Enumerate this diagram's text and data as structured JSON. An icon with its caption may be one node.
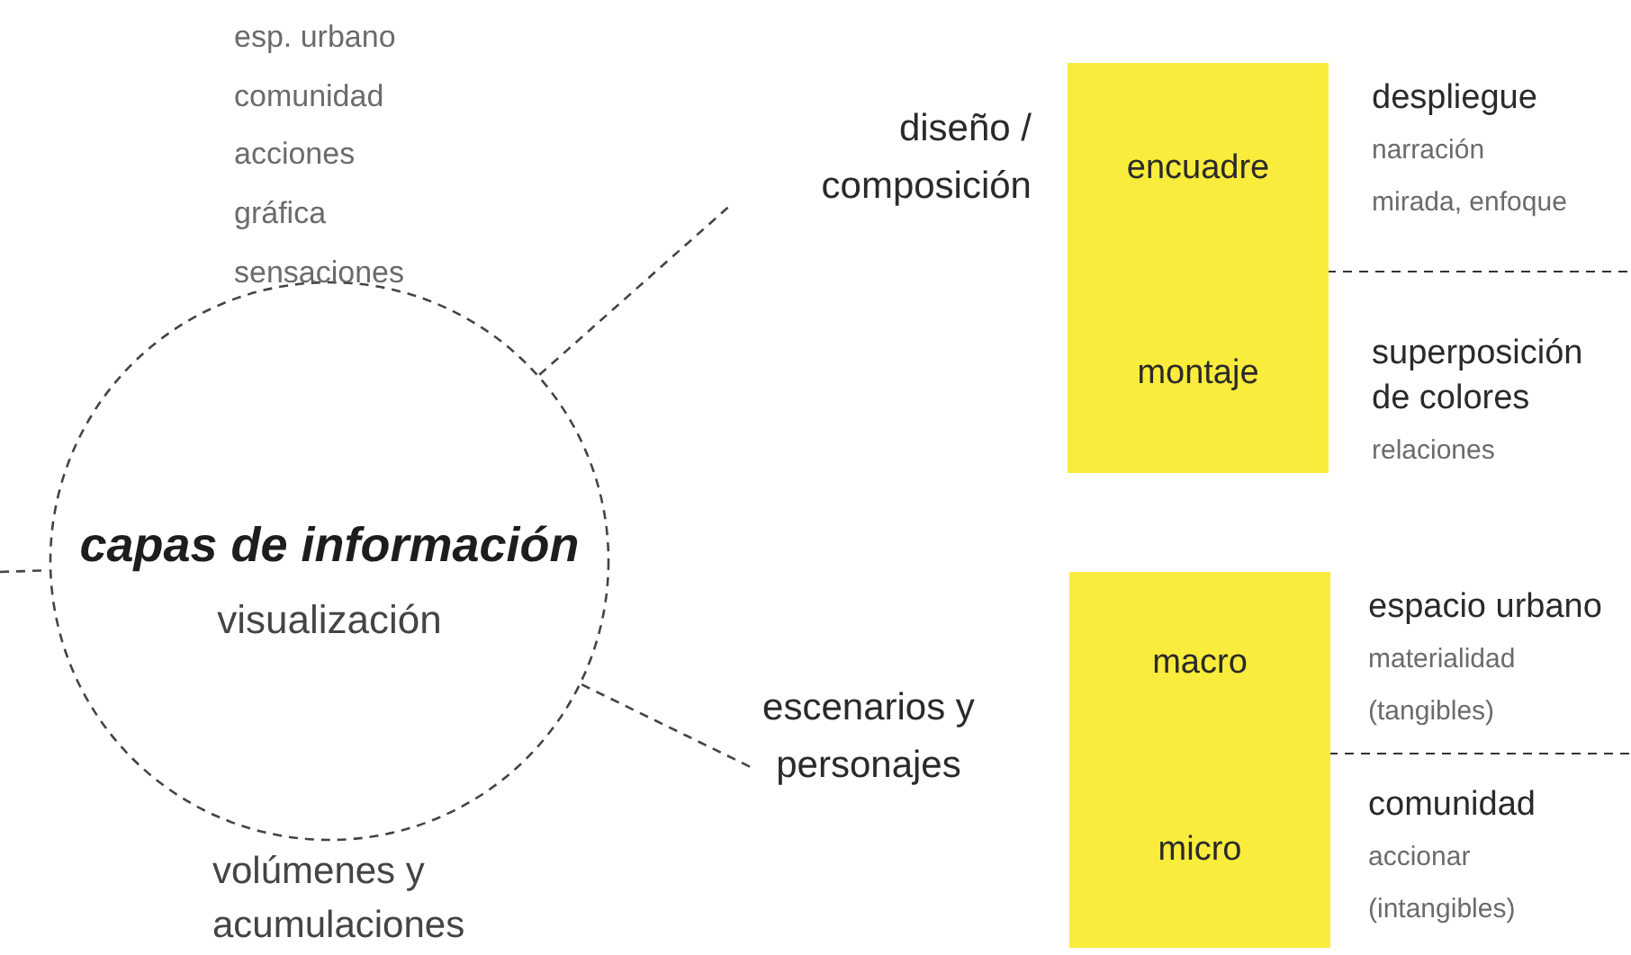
{
  "diagram": {
    "nodes": [
      {
        "text": [
          "capas de información",
          "visualización"
        ]
      },
      {
        "text": [
          "diseño / composición"
        ]
      },
      {
        "text": [
          "escenarios y personajes"
        ]
      },
      {
        "text": [
          "encuadre"
        ],
        "beside": [
          "despliegue",
          "narración",
          "mirada, enfoque"
        ]
      },
      {
        "text": [
          "montaje"
        ],
        "beside": [
          "superposición de colores",
          "relaciones"
        ]
      },
      {
        "text": [
          "macro"
        ],
        "beside": [
          "espacio urbano",
          "materialidad",
          "(tangibles)"
        ]
      },
      {
        "text": [
          "micro"
        ],
        "beside": [
          "comunidad",
          "accionar",
          "(intangibles)"
        ]
      }
    ],
    "edges": [
      {
        "from": null,
        "to": 0,
        "arrow": "none",
        "style": "dashed"
      },
      {
        "from": 0,
        "to": 1,
        "arrow": "none",
        "style": "dashed"
      },
      {
        "from": 0,
        "to": 2,
        "arrow": "none",
        "style": "dashed"
      }
    ],
    "labels": [
      "esp. urbano",
      "comunidad",
      "acciones",
      "gráfica",
      "sensaciones",
      "volúmenes y acumulaciones"
    ]
  }
}
